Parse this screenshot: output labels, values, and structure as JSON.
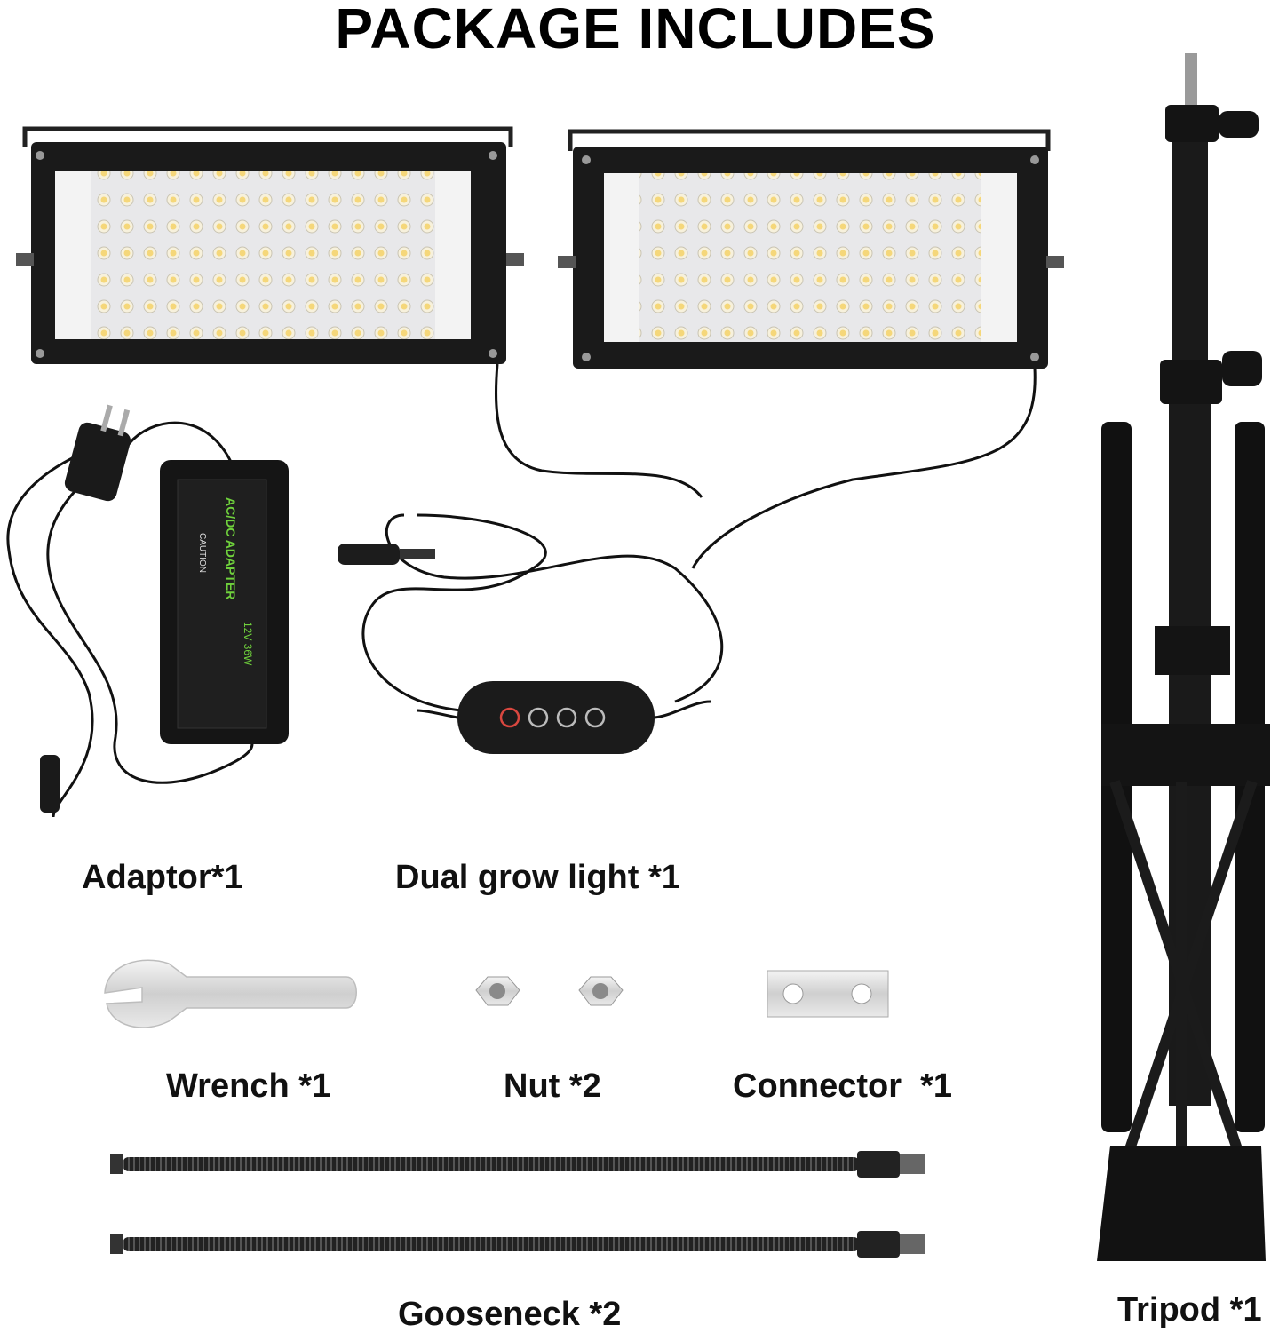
{
  "header": {
    "title": "PACKAGE INCLUDES"
  },
  "items": {
    "adaptor": "Adaptor*1",
    "dual_light": "Dual grow light *1",
    "wrench": "Wrench *1",
    "nut": "Nut *2",
    "connector": "Connector  *1",
    "gooseneck": "Gooseneck *2",
    "tripod": "Tripod *1"
  },
  "adapter_label": {
    "brand": "AC/DC ADAPTER",
    "rating": "12V 36W",
    "caution": "CAUTION"
  }
}
